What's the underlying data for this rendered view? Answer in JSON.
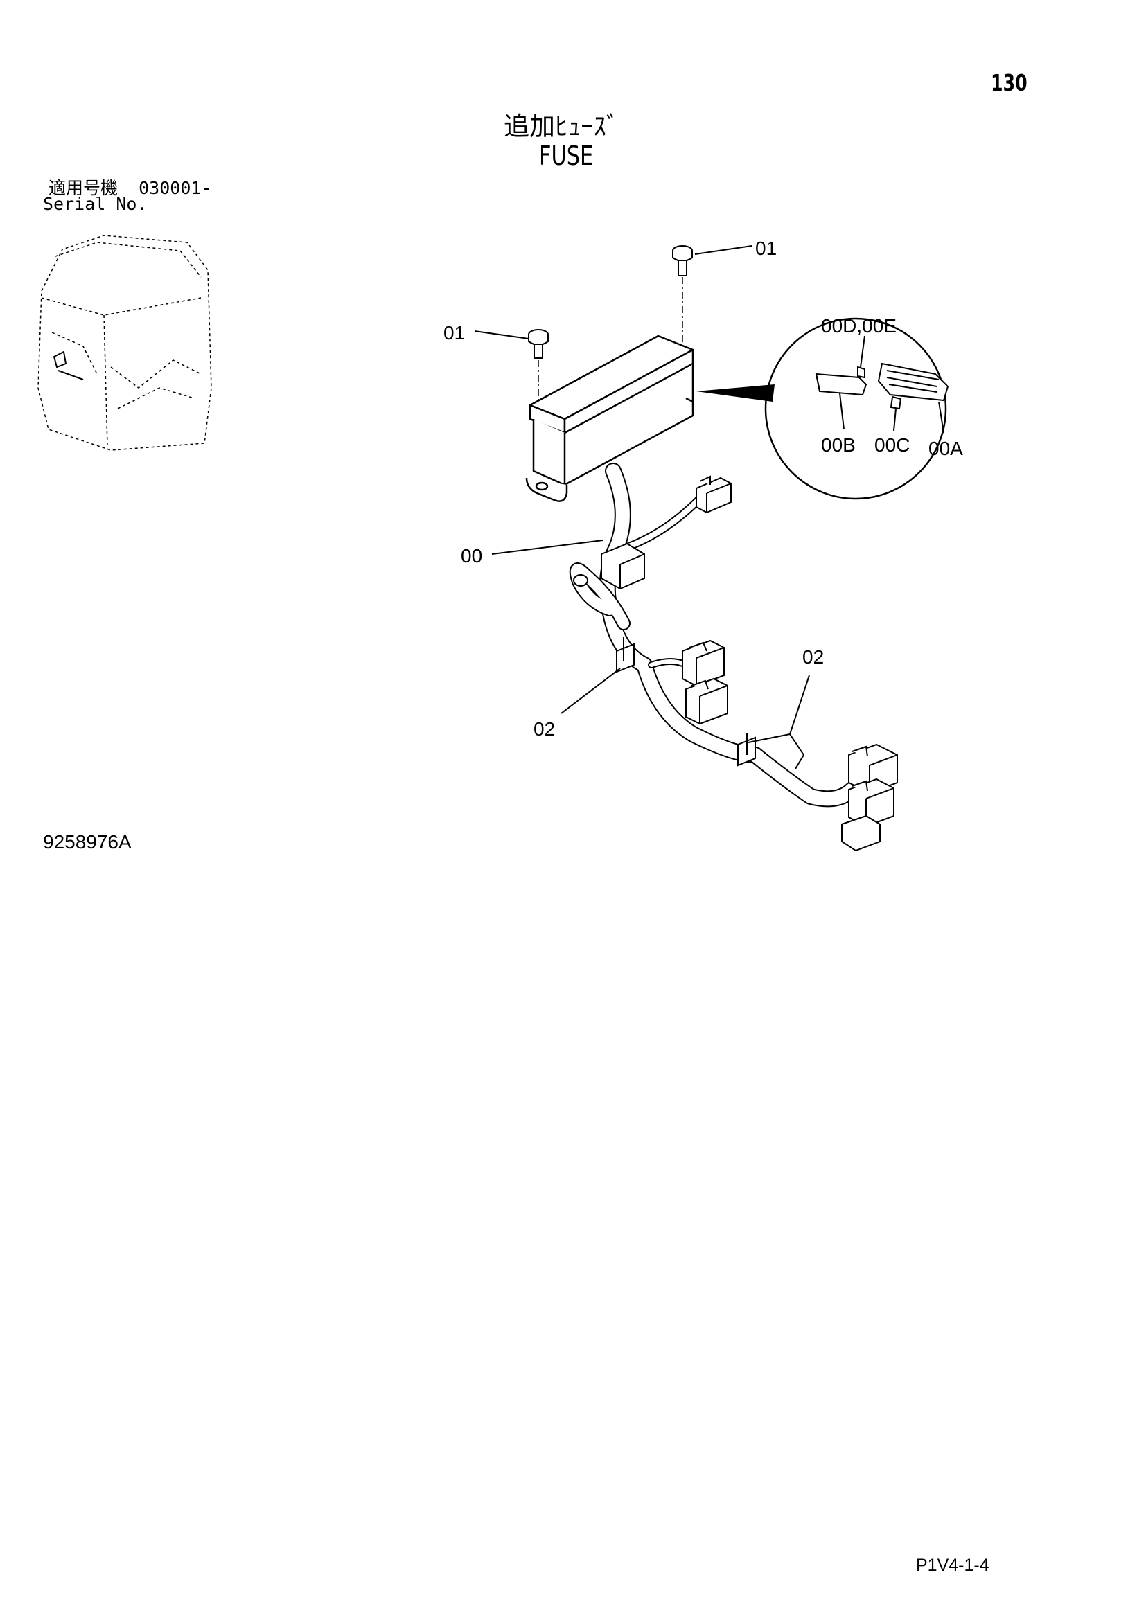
{
  "header": {
    "page_number": "130",
    "title_jp": "追加ﾋｭｰｽﾞ",
    "title_en": "FUSE"
  },
  "serial": {
    "label_jp": "適用号機",
    "range": "030001-",
    "label_en": "Serial No."
  },
  "callouts": {
    "bolt_top": "01",
    "bolt_left": "01",
    "harness": "00",
    "clip_left": "02",
    "clip_right": "02",
    "detail_top": "00D,00E",
    "detail_b": "00B",
    "detail_c": "00C",
    "detail_a": "00A"
  },
  "footer": {
    "figure_code": "9258976A",
    "page_ref": "P1V4-1-4"
  }
}
